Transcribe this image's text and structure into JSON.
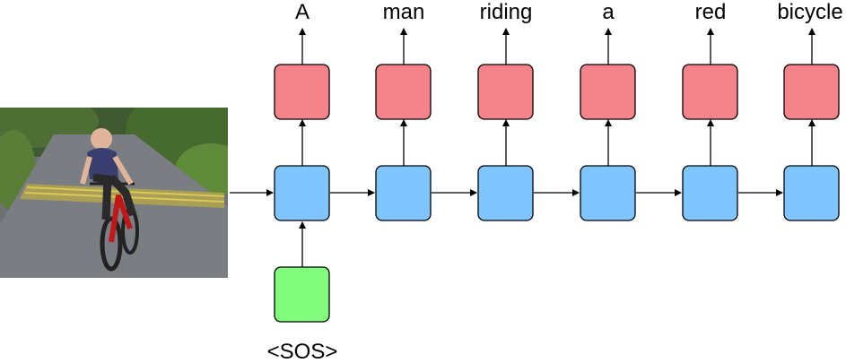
{
  "input_token": "<SOS>",
  "output_words": [
    "A",
    "man",
    "riding",
    "a",
    "red",
    "bicycle"
  ],
  "image": {
    "subject": "man riding a red bicycle on a paved path"
  },
  "colors": {
    "output_box": "#f4838a",
    "hidden_box": "#80c5ff",
    "input_box": "#81fc7c",
    "stroke": "#000000"
  }
}
